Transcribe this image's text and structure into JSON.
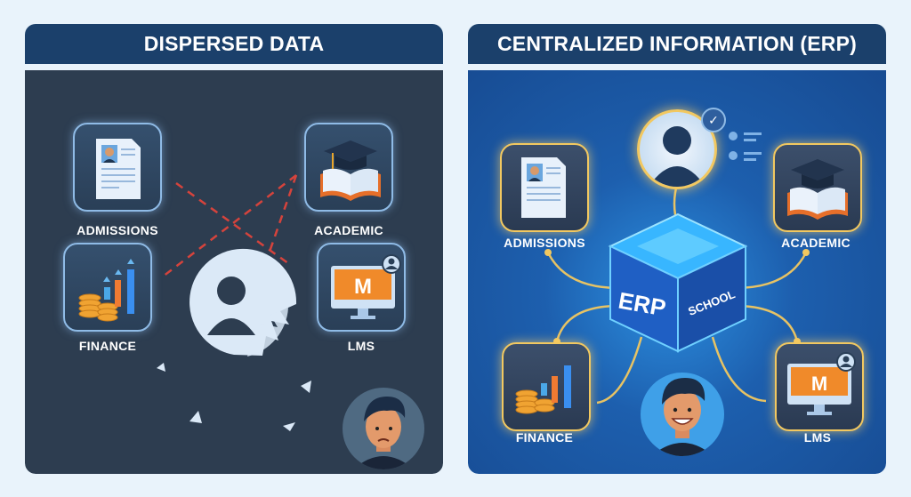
{
  "left_panel": {
    "title": "DISPERSED DATA",
    "modules": [
      {
        "label": "ADMISSIONS",
        "icon": "document-id-icon"
      },
      {
        "label": "ACADEMIC",
        "icon": "graduation-book-icon"
      },
      {
        "label": "FINANCE",
        "icon": "coins-chart-icon"
      },
      {
        "label": "LMS",
        "icon": "monitor-m-icon"
      }
    ],
    "center_icon": "broken-user-icon",
    "person": "worried-person-avatar"
  },
  "right_panel": {
    "title": "CENTRALIZED INFORMATION (ERP)",
    "modules": [
      {
        "label": "ADMISSIONS",
        "icon": "document-id-icon"
      },
      {
        "label": "ACADEMIC",
        "icon": "graduation-book-icon"
      },
      {
        "label": "FINANCE",
        "icon": "coins-chart-icon"
      },
      {
        "label": "LMS",
        "icon": "monitor-m-icon"
      }
    ],
    "hub": {
      "face_left": "ERP",
      "face_right": "SCHOOL"
    },
    "profile_icon": "verified-user-icon",
    "person": "happy-person-avatar"
  },
  "colors": {
    "header": "#1b406b",
    "left_bg": "#2d3d50",
    "right_bg": "#1d5fae",
    "broken_link": "#e8443a",
    "connector": "#f2c860"
  }
}
